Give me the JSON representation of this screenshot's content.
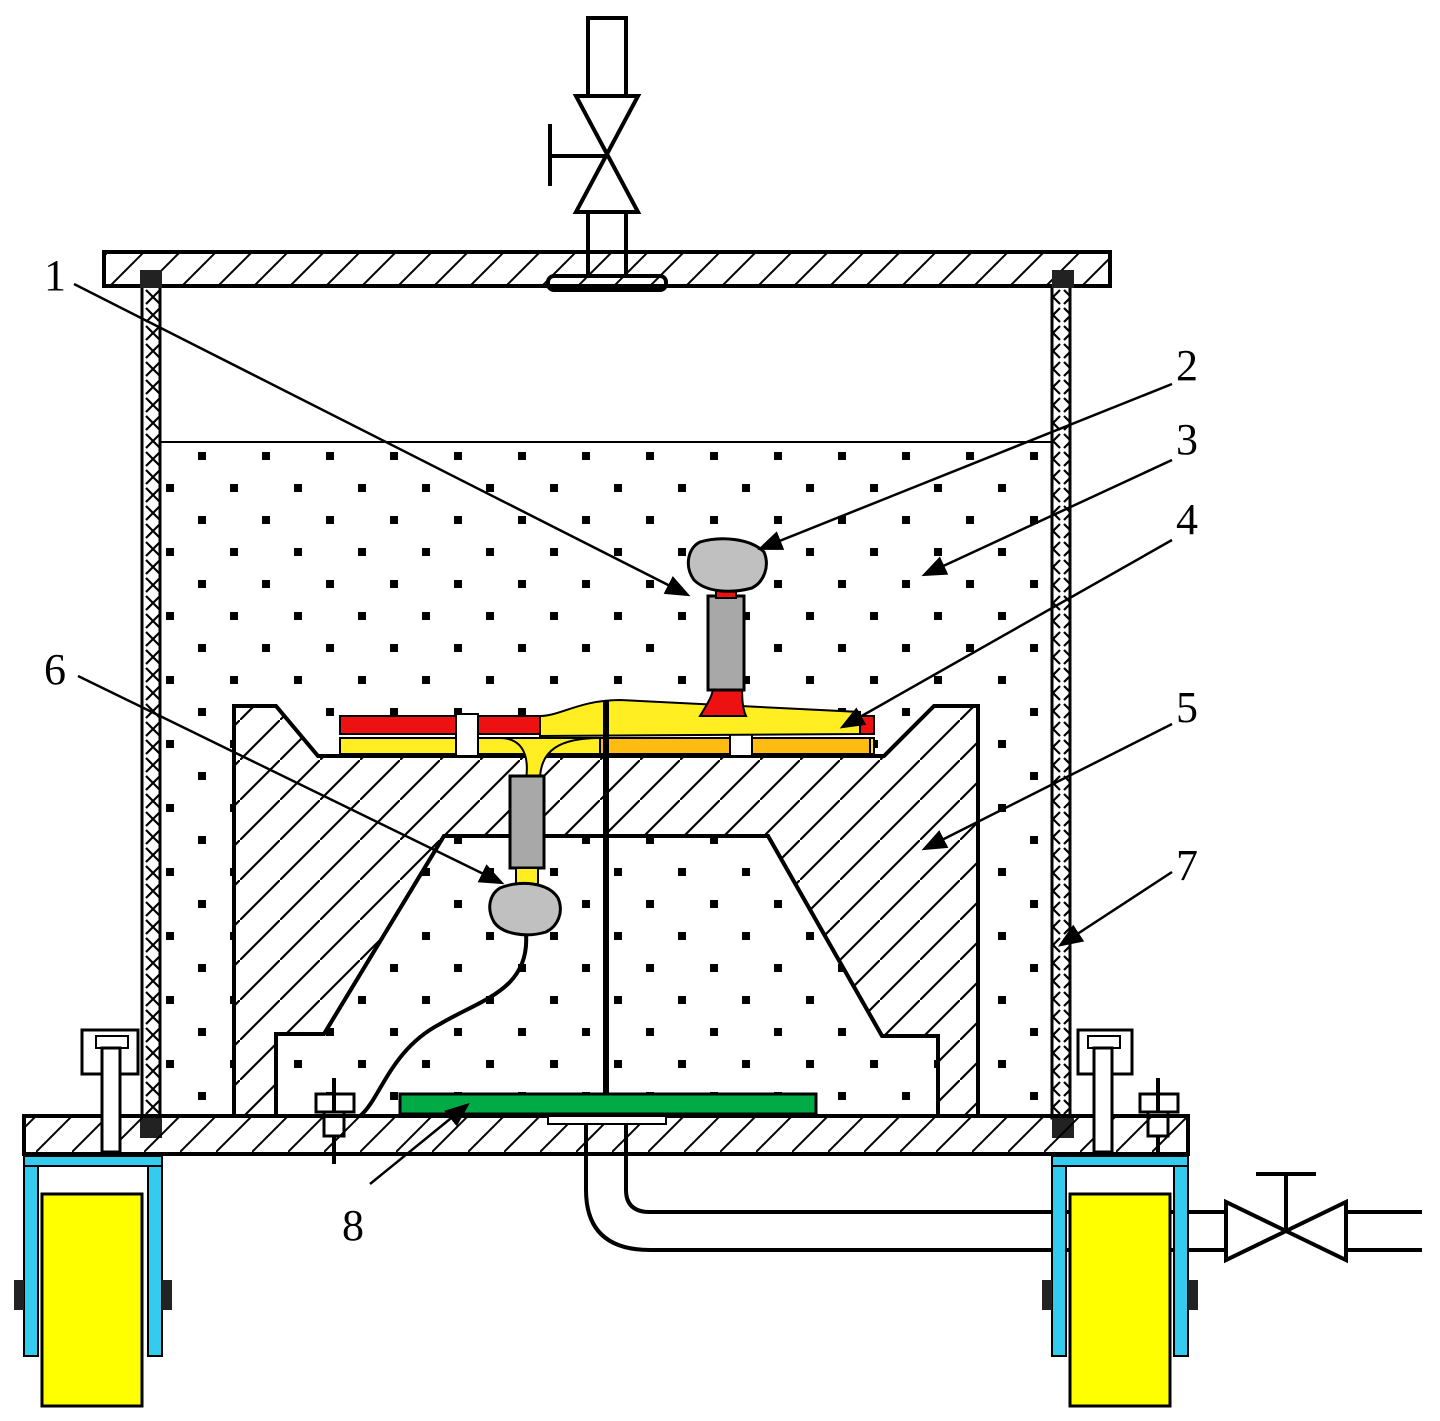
{
  "callouts": [
    {
      "id": "1",
      "label": "1"
    },
    {
      "id": "2",
      "label": "2"
    },
    {
      "id": "3",
      "label": "3"
    },
    {
      "id": "4",
      "label": "4"
    },
    {
      "id": "5",
      "label": "5"
    },
    {
      "id": "6",
      "label": "6"
    },
    {
      "id": "7",
      "label": "7"
    },
    {
      "id": "8",
      "label": "8"
    }
  ],
  "colors": {
    "outline": "#000000",
    "wheel_fork": "#33ccee",
    "wheel": "#ffff00",
    "plate": "#00aa44",
    "pipe_red": "#ee1111",
    "pipe_yellow": "#ffee22",
    "pipe_orange": "#ffbb11",
    "sensor_grey": "#c0c0c0",
    "sensor_body": "#a8a8a8"
  }
}
